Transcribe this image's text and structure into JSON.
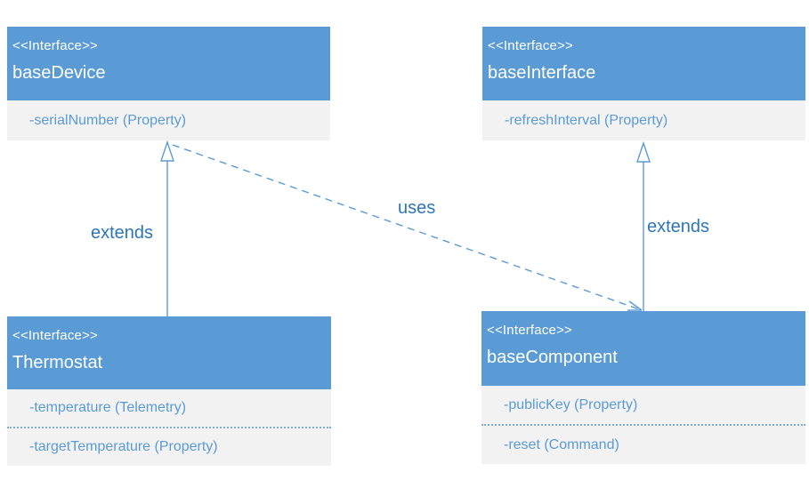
{
  "diagram": {
    "colors": {
      "header_bg": "#5B9BD5",
      "header_text": "#FFFFFF",
      "body_bg": "#F2F2F2",
      "attribute_text": "#5B9BD5",
      "relation_line": "#5B9BD5",
      "relation_label_text": "#2E75B6"
    },
    "nodes": [
      {
        "id": "baseDevice",
        "stereotype": "<<Interface>>",
        "name": "baseDevice",
        "attributes": [
          "-serialNumber (Property)"
        ]
      },
      {
        "id": "baseInterface",
        "stereotype": "<<Interface>>",
        "name": "baseInterface",
        "attributes": [
          "-refreshInterval (Property)"
        ]
      },
      {
        "id": "Thermostat",
        "stereotype": "<<Interface>>",
        "name": "Thermostat",
        "attributes": [
          "-temperature (Telemetry)",
          "-targetTemperature (Property)"
        ]
      },
      {
        "id": "baseComponent",
        "stereotype": "<<Interface>>",
        "name": "baseComponent",
        "attributes": [
          "-publicKey (Property)",
          "-reset (Command)"
        ]
      }
    ],
    "relations": [
      {
        "type": "inheritance",
        "label": "extends",
        "from": "Thermostat",
        "to": "baseDevice"
      },
      {
        "type": "inheritance",
        "label": "extends",
        "from": "baseComponent",
        "to": "baseInterface"
      },
      {
        "type": "uses",
        "label": "uses",
        "from": "baseDevice",
        "to": "baseComponent"
      }
    ]
  }
}
